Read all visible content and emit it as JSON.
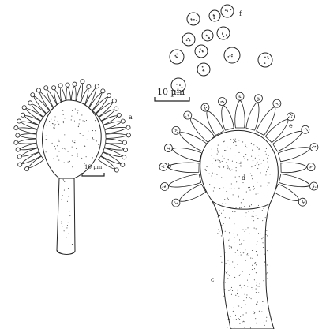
{
  "labels": {
    "a": "a",
    "b": "b",
    "c": "c",
    "d": "d",
    "e": "e",
    "f": "f"
  },
  "scale_bars": {
    "large": "10 µm",
    "small": "10 µm"
  },
  "palette": {
    "line": "#222222",
    "paper": "#ffffff",
    "stipple": "#444444"
  }
}
